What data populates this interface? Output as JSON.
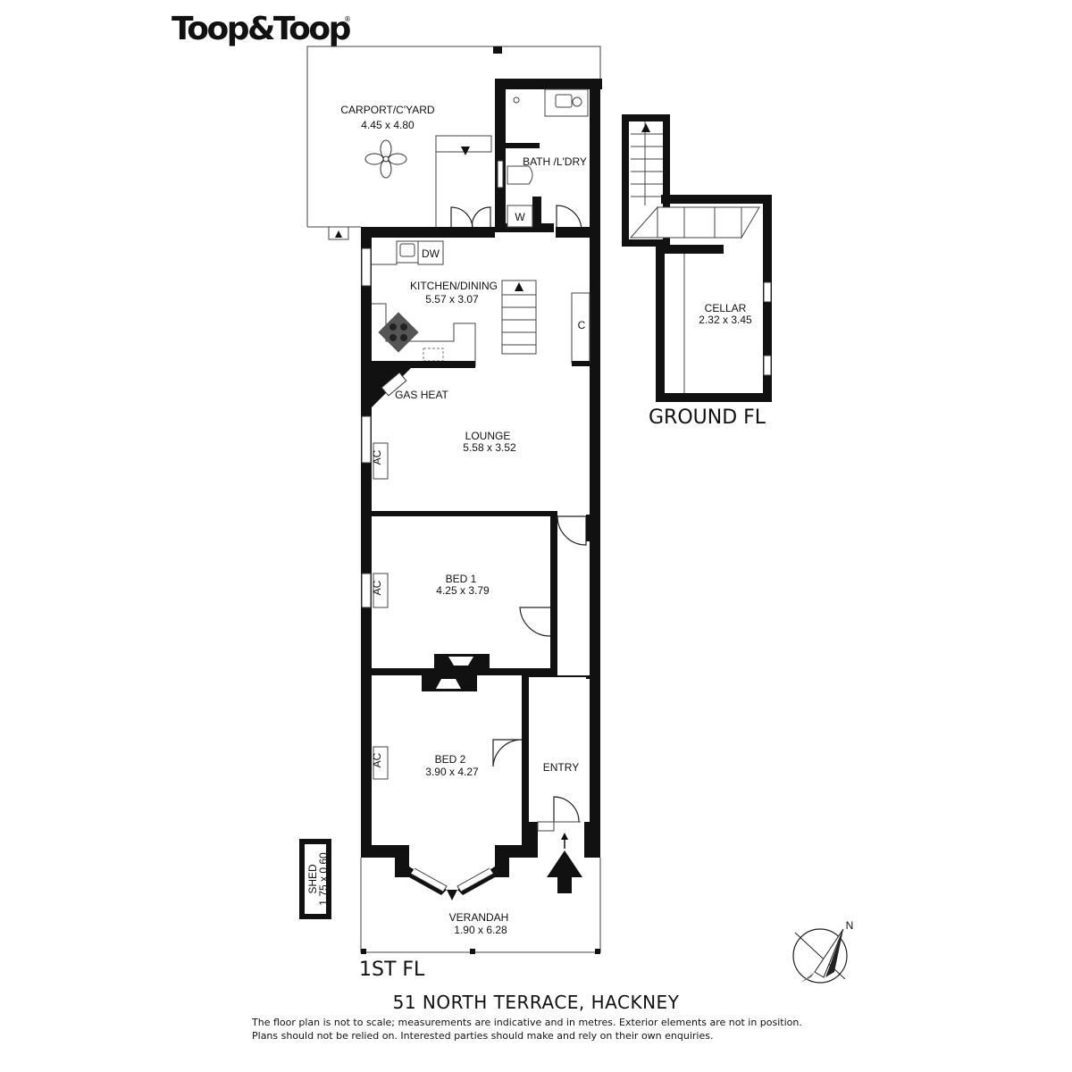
{
  "brand": {
    "name": "Toop&Toop",
    "reg_mark": "®"
  },
  "rooms": {
    "carport": {
      "name": "CARPORT/C'YARD",
      "dims": "4.45 x 4.80"
    },
    "bath": {
      "name": "BATH /L'DRY"
    },
    "w": {
      "name": "W"
    },
    "dw": {
      "name": "DW"
    },
    "kitchen": {
      "name": "KITCHEN/DINING",
      "dims": "5.57 x 3.07"
    },
    "cupboard": {
      "name": "C"
    },
    "gas_heat": {
      "name": "GAS HEAT"
    },
    "lounge": {
      "name": "LOUNGE",
      "dims": "5.58 x 3.52"
    },
    "bed1": {
      "name": "BED 1",
      "dims": "4.25 x 3.79"
    },
    "bed2": {
      "name": "BED 2",
      "dims": "3.90 x 4.27"
    },
    "entry": {
      "name": "ENTRY"
    },
    "verandah": {
      "name": "VERANDAH",
      "dims": "1.90 x 6.28"
    },
    "shed": {
      "label": "SHED",
      "dims": "1.75 x 0.60"
    },
    "cellar": {
      "name": "CELLAR",
      "dims": "2.32 x 3.45"
    }
  },
  "ac_labels": [
    "AC",
    "AC",
    "AC"
  ],
  "floors": {
    "ground": "GROUND FL",
    "first": "1ST FL"
  },
  "compass": {
    "north": "N"
  },
  "footer": {
    "address": "51 NORTH TERRACE, HACKNEY",
    "disclaimer_line1": "The floor plan is not to scale; measurements are indicative and in metres. Exterior elements are not in position.",
    "disclaimer_line2": "Plans should not be relied on. Interested parties should make and rely on their own enquiries."
  }
}
